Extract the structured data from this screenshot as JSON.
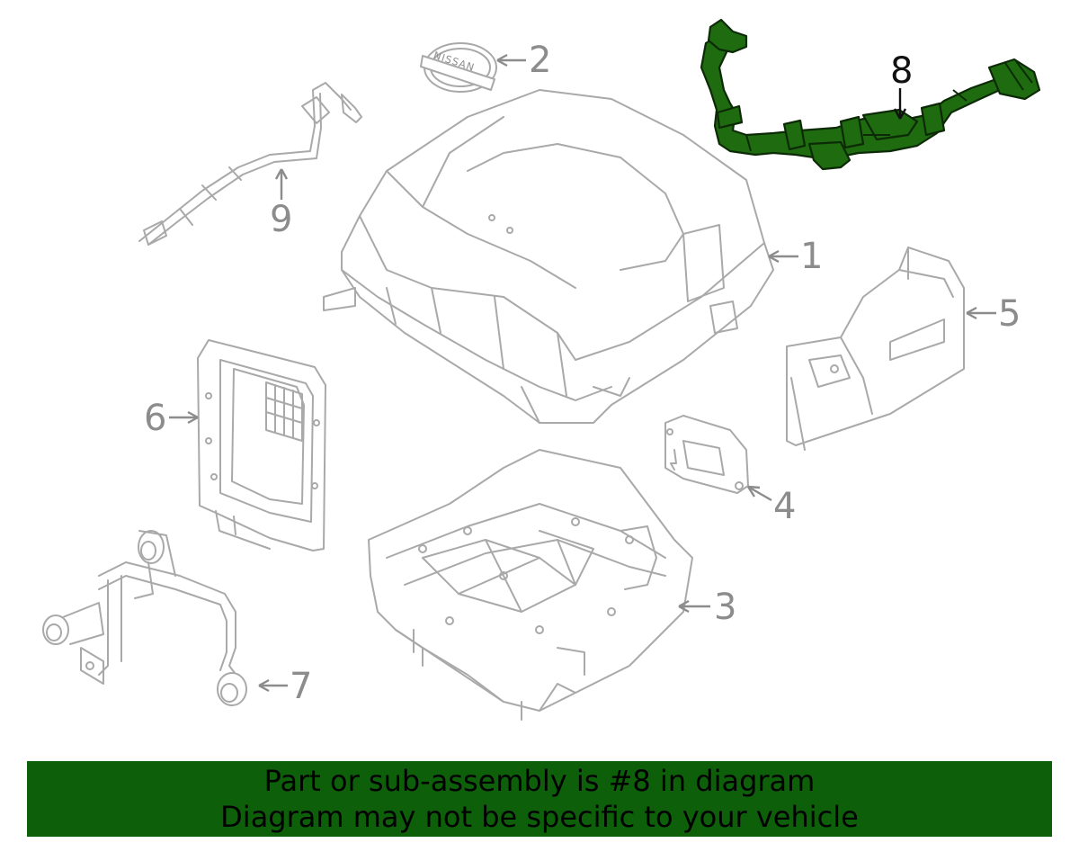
{
  "callouts": {
    "c1": "1",
    "c2": "2",
    "c3": "3",
    "c4": "4",
    "c5": "5",
    "c6": "6",
    "c7": "7",
    "c8": "8",
    "c9": "9"
  },
  "badge_text": "NISSAN",
  "highlight": {
    "part_number": "8",
    "color": "#1f6b10"
  },
  "banner": {
    "line1": "Part or sub-assembly is #8 in diagram",
    "line2": "Diagram may not be specific to your vehicle",
    "background": "#0e5f0a"
  }
}
